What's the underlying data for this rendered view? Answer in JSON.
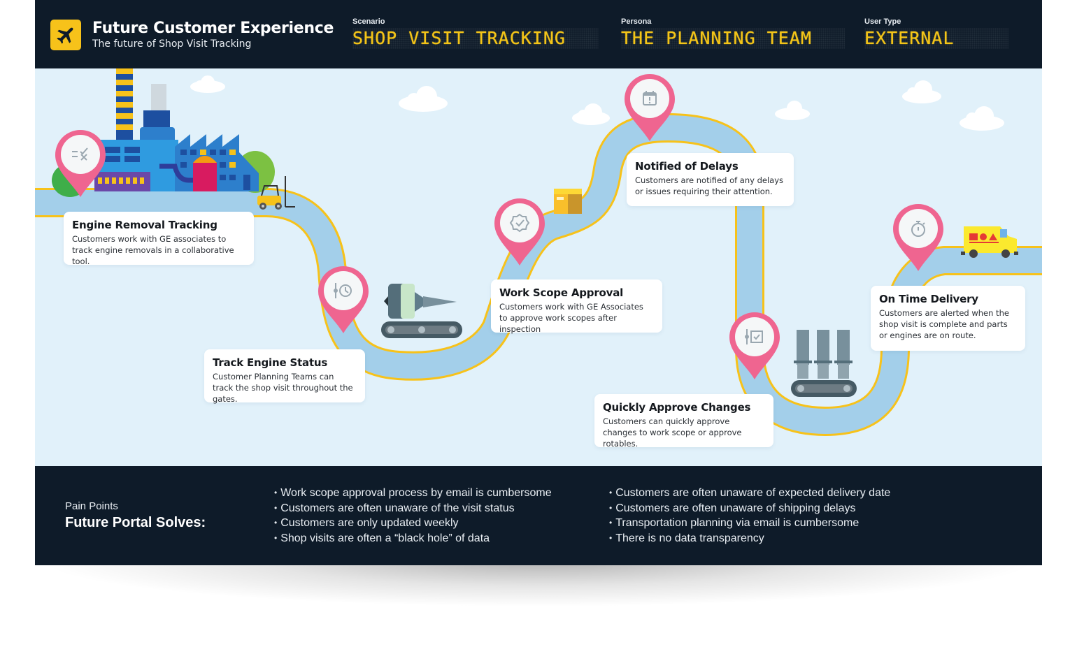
{
  "header": {
    "title": "Future Customer Experience",
    "subtitle": "The future of Shop Visit Tracking",
    "logo_icon": "airplane-icon",
    "scenario": {
      "label": "Scenario",
      "value": "SHOP VISIT TRACKING"
    },
    "persona": {
      "label": "Persona",
      "value": "THE PLANNING TEAM"
    },
    "user_type": {
      "label": "User Type",
      "value": "EXTERNAL"
    }
  },
  "steps": [
    {
      "title": "Engine Removal Tracking",
      "description": "Customers work with GE associates to track engine removals in a collaborative tool.",
      "icon": "checklist-icon"
    },
    {
      "title": "Track Engine Status",
      "description": "Customer Planning Teams can track the shop visit throughout the gates.",
      "icon": "timeline-clock-icon"
    },
    {
      "title": "Work Scope Approval",
      "description": "Customers work with GE Associates to approve work scopes after inspection",
      "icon": "verified-badge-icon"
    },
    {
      "title": "Notified of Delays",
      "description": "Customers are notified of any delays or issues requiring their attention.",
      "icon": "calendar-alert-icon"
    },
    {
      "title": "Quickly Approve Changes",
      "description": "Customers can quickly approve changes to work scope or approve rotables.",
      "icon": "timeline-check-icon"
    },
    {
      "title": "On Time Delivery",
      "description": "Customers are alerted when the shop visit is complete and parts or engines are on route.",
      "icon": "stopwatch-icon"
    }
  ],
  "footer": {
    "pain_points_label": "Pain Points",
    "solves_label": "Future Portal Solves:",
    "column_1": [
      "Work scope approval process by email is cumbersome",
      "Customers are often unaware of the visit status",
      "Customers are only updated weekly",
      "Shop visits are often a “black hole” of data"
    ],
    "column_2": [
      "Customers are often unaware of expected delivery date",
      "Customers are often unaware of shipping delays",
      "Transportation planning via email is cumbersome",
      "There is no data transparency"
    ]
  },
  "colors": {
    "header_bg": "#0e1b29",
    "map_bg": "#e1f1fa",
    "route_fill": "#a3cfea",
    "route_edge": "#f7c21a",
    "pin": "#ef6590",
    "led_text": "#f4c518"
  }
}
